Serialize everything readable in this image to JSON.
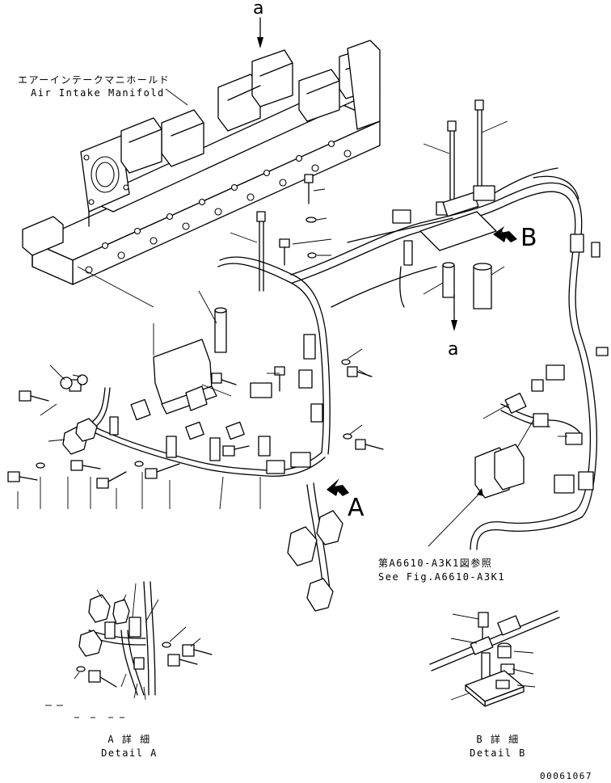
{
  "labels": {
    "manifold_jp": "エアーインテークマニホールド",
    "manifold_en": "Air Intake Manifold",
    "view_arrow_top": "a",
    "view_arrow_mid": "a",
    "detail_a_letter": "A",
    "detail_b_letter": "B",
    "ref_jp": "第A6610-A3K1図参照",
    "ref_en": "See Fig.A6610-A3K1",
    "detail_a_jp": "A 詳 細",
    "detail_a_en": "Detail A",
    "detail_b_jp": "B 詳 細",
    "detail_b_en": "Detail B",
    "drawing_number": "00061067"
  },
  "colors": {
    "line": "#000000",
    "background": "#ffffff"
  }
}
